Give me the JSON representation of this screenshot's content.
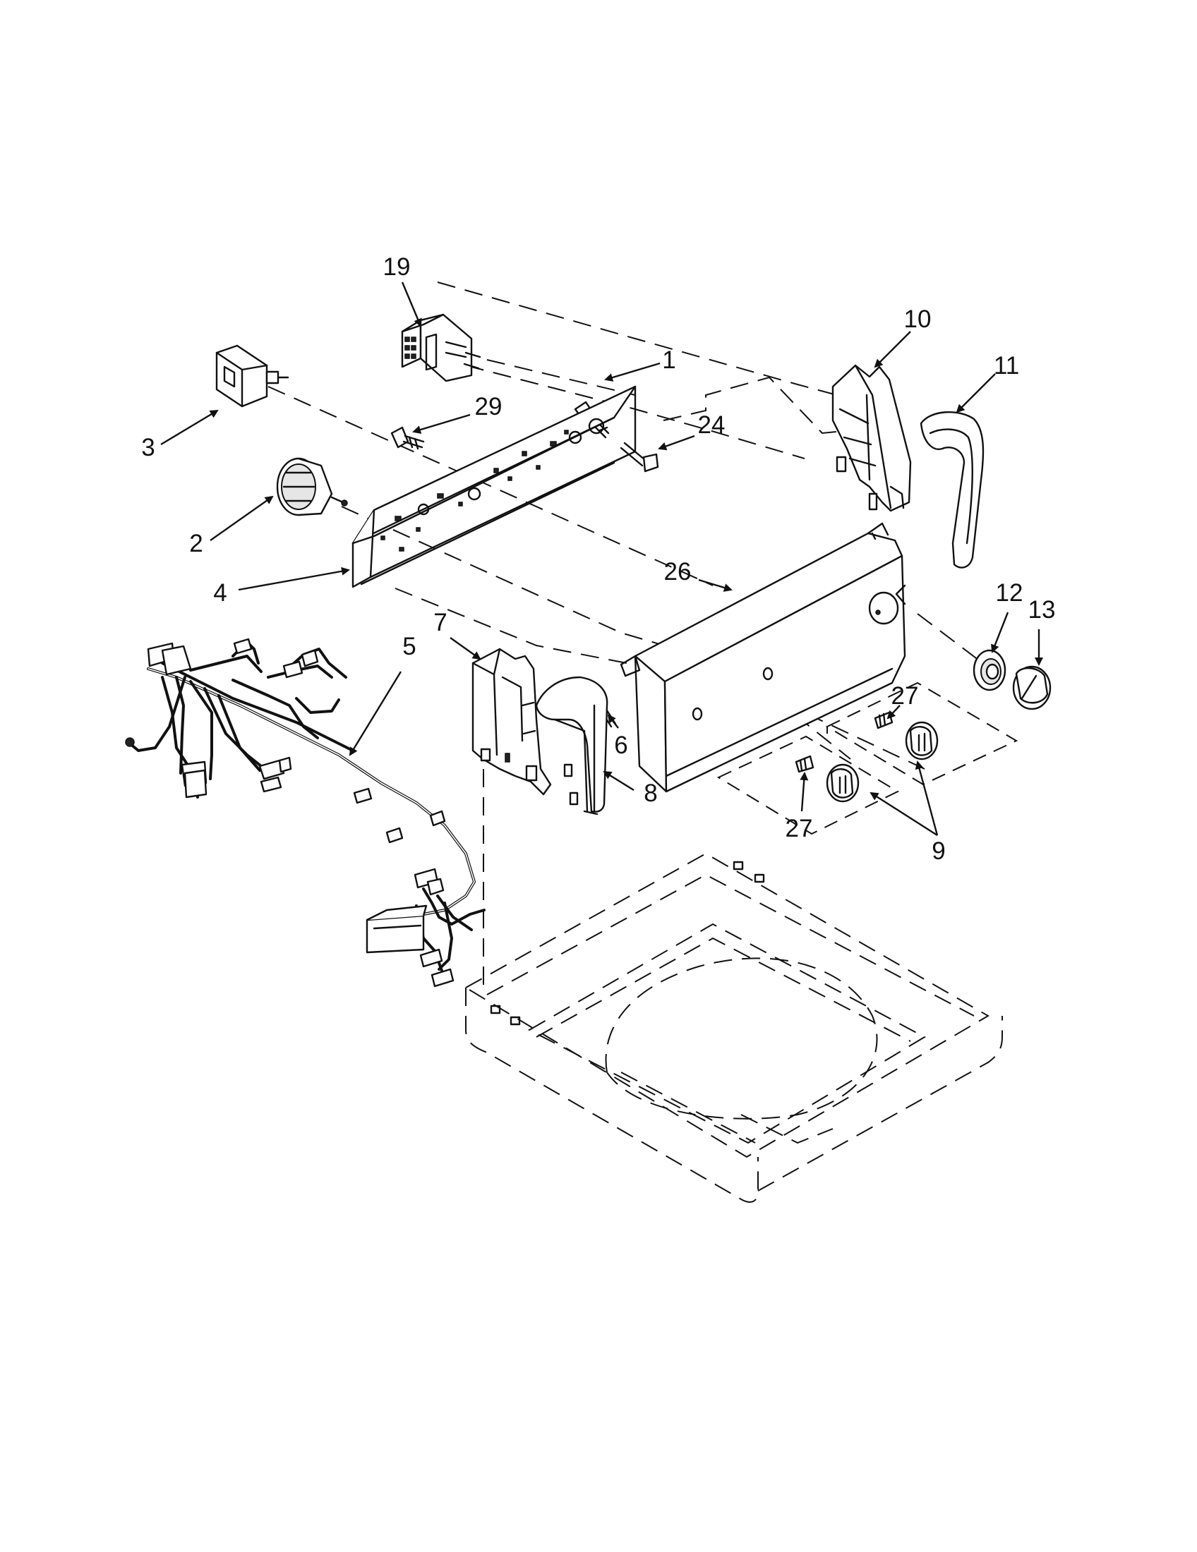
{
  "callouts": [
    {
      "id": "c19",
      "text": "19",
      "part": "dispenser switch"
    },
    {
      "id": "c10",
      "text": "10",
      "part": "right end cap bracket"
    },
    {
      "id": "c1",
      "text": "1",
      "part": "screw"
    },
    {
      "id": "c11",
      "text": "11",
      "part": "right end cap"
    },
    {
      "id": "c3",
      "text": "3",
      "part": "switch"
    },
    {
      "id": "c29",
      "text": "29",
      "part": "screw"
    },
    {
      "id": "c24",
      "text": "24",
      "part": "screw"
    },
    {
      "id": "c2",
      "text": "2",
      "part": "timer"
    },
    {
      "id": "c4",
      "text": "4",
      "part": "bracket"
    },
    {
      "id": "c26",
      "text": "26",
      "part": "console"
    },
    {
      "id": "c12",
      "text": "12",
      "part": "timer dial"
    },
    {
      "id": "c13",
      "text": "13",
      "part": "timer knob"
    },
    {
      "id": "c7",
      "text": "7",
      "part": "left end cap bracket"
    },
    {
      "id": "c5",
      "text": "5",
      "part": "wire harness"
    },
    {
      "id": "c27a",
      "text": "27",
      "part": "spring"
    },
    {
      "id": "c6",
      "text": "6",
      "part": "screw"
    },
    {
      "id": "c8",
      "text": "8",
      "part": "left end cap"
    },
    {
      "id": "c27b",
      "text": "27",
      "part": "spring"
    },
    {
      "id": "c9",
      "text": "9",
      "part": "knob"
    }
  ]
}
